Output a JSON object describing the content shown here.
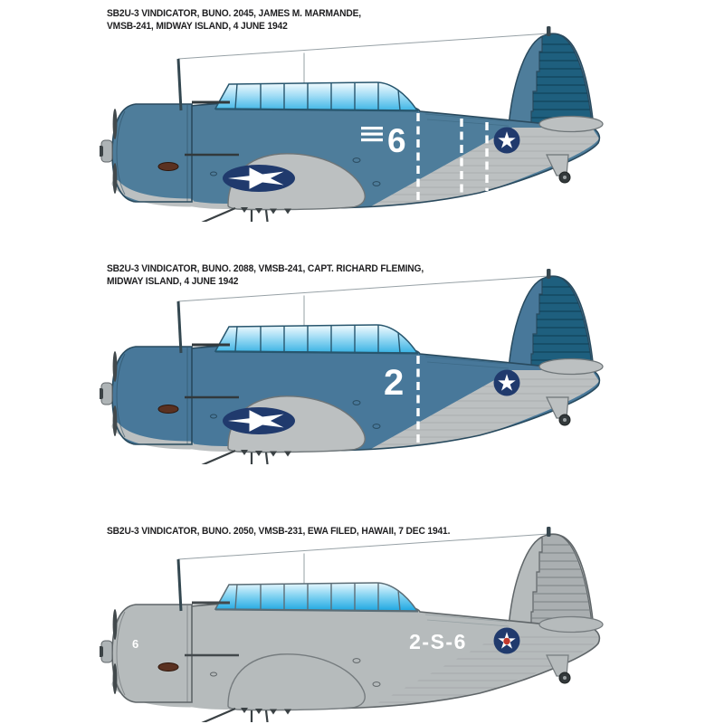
{
  "page": {
    "background": "#ffffff",
    "title": "SB2U-3 Vindicator paint scheme profiles"
  },
  "insignia": {
    "disc": "#203a6d",
    "star": "#ffffff"
  },
  "captions": [
    {
      "line1": "SB2U-3 VINDICATOR, BUNO. 2045, JAMES M. MARMANDE,",
      "line2": "VMSB-241, MIDWAY ISLAND, 4 JUNE 1942"
    },
    {
      "line1": "SB2U-3 VINDICATOR, BUNO. 2088, VMSB-241, CAPT. RICHARD FLEMING,",
      "line2": "MIDWAY ISLAND, 4 JUNE 1942"
    },
    {
      "line1": "SB2U-3 VINDICATOR, BUNO. 2050, VMSB-231, EWA FILED, HAWAII, 7 DEC 1941.",
      "line2": ""
    }
  ],
  "planes": [
    {
      "marking": "6",
      "marking_x": "318",
      "marking_y": "141",
      "marking_size": "37",
      "marking_anchor": "start",
      "marking_spacing": "0",
      "cowl_number": "",
      "cowl_number_fill": "none",
      "stripe3_fill": "#ffffff",
      "dash1": "#ffffff",
      "dash2": "#ffffff",
      "dash3": "#ffffff",
      "underwing_disc": "#203a6d",
      "underwing_star": "#ffffff",
      "insignia_center": "none",
      "colors": {
        "upper": "#4e7d9b",
        "outline": "#2a4a5e",
        "rudder": "#1e5f7e",
        "rudder_rib": "#0f3c52",
        "gray": "#bcc0c1",
        "gray_outline": "#6e7578",
        "canopy_top": "#f4fbfe",
        "canopy_mid": "#a6def6",
        "canopy_bottom": "#3fb6e6",
        "frame": "#27566e",
        "detail": "#32393c"
      }
    },
    {
      "marking": "2",
      "marking_x": "314",
      "marking_y": "141",
      "marking_size": "40",
      "marking_anchor": "start",
      "marking_spacing": "0",
      "cowl_number": "",
      "cowl_number_fill": "none",
      "stripe3_fill": "none",
      "dash1": "#ffffff",
      "dash2": "none",
      "dash3": "none",
      "underwing_disc": "#203a6d",
      "underwing_star": "#ffffff",
      "insignia_center": "none",
      "colors": {
        "upper": "#48789a",
        "outline": "#284a5e",
        "rudder": "#1e5f7e",
        "rudder_rib": "#0f3c52",
        "gray": "#bcc0c1",
        "gray_outline": "#6e7578",
        "canopy_top": "#f4fbfe",
        "canopy_mid": "#a0dcf5",
        "canopy_bottom": "#38b2e4",
        "frame": "#27566e",
        "detail": "#32393c"
      }
    },
    {
      "marking": "2-S-6",
      "marking_x": "374",
      "marking_y": "137",
      "marking_size": "23",
      "marking_anchor": "middle",
      "marking_spacing": "1.5",
      "cowl_number": "6",
      "cowl_number_fill": "#ffffff",
      "stripe3_fill": "none",
      "dash1": "none",
      "dash2": "none",
      "dash3": "none",
      "underwing_disc": "none",
      "underwing_star": "none",
      "insignia_center": "#c23a2e",
      "colors": {
        "upper": "#b6bbbc",
        "outline": "#5f6568",
        "rudder": "#aaafb1",
        "rudder_rib": "#798084",
        "gray": "#b6bbbc",
        "gray_outline": "#767c7f",
        "canopy_top": "#eaf8fe",
        "canopy_mid": "#86d4f2",
        "canopy_bottom": "#1ea7e2",
        "frame": "#5b6d76",
        "detail": "#43494c"
      }
    }
  ]
}
